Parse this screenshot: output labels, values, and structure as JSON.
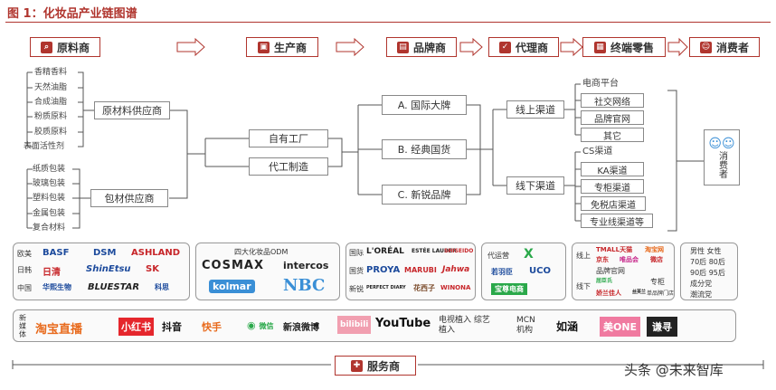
{
  "figure": {
    "title": "图 1：化妆品产业链图谱"
  },
  "stages": [
    {
      "label": "原料商",
      "icon": "search-icon"
    },
    {
      "label": "生产商",
      "icon": "factory-icon"
    },
    {
      "label": "品牌商",
      "icon": "shop-icon"
    },
    {
      "label": "代理商",
      "icon": "check-icon"
    },
    {
      "label": "终端零售",
      "icon": "store-icon"
    },
    {
      "label": "消费者",
      "icon": "people-icon"
    }
  ],
  "raw_materials": {
    "items": [
      "香精香料",
      "天然油脂",
      "合成油脂",
      "粉质原料",
      "胶质原料",
      "表面活性剂"
    ],
    "supplier": "原材料供应商"
  },
  "packaging": {
    "items": [
      "纸质包装",
      "玻璃包装",
      "塑料包装",
      "金属包装",
      "复合材料"
    ],
    "supplier": "包材供应商"
  },
  "production": [
    "自有工厂",
    "代工制造"
  ],
  "brands": [
    "A. 国际大牌",
    "B. 经典国货",
    "C. 新锐品牌"
  ],
  "channels": [
    "线上渠道",
    "线下渠道"
  ],
  "online_retail": [
    "电商平台",
    "社交网络",
    "品牌官网",
    "其它"
  ],
  "offline_retail": [
    "CS渠道",
    "KA渠道",
    "专柜渠道",
    "免税店渠道",
    "专业线渠道等"
  ],
  "consumer": {
    "label": "消费者"
  },
  "logos_materials": {
    "rows": [
      {
        "region": "欧美",
        "logos": [
          "BASF",
          "DSM",
          "ASHLAND"
        ]
      },
      {
        "region": "日韩",
        "logos": [
          "日清",
          "ShinEtsu",
          "SK"
        ]
      },
      {
        "region": "中国",
        "logos": [
          "华熙生物",
          "BLUESTAR",
          "科思"
        ]
      }
    ]
  },
  "logos_odm": {
    "heading": "四大化妆品ODM",
    "logos": [
      "COSMAX",
      "intercos",
      "kolmar",
      "NBC"
    ]
  },
  "logos_brands": {
    "rows": [
      {
        "tag": "国际",
        "logos": [
          "L'ORÉAL",
          "ESTÉE LAUDER",
          "SHISEIDO"
        ]
      },
      {
        "tag": "国货",
        "logos": [
          "PROYA",
          "MARUBI",
          "Jahwa"
        ]
      },
      {
        "tag": "新锐",
        "logos": [
          "PERFECT DIARY",
          "花西子",
          "WINONA"
        ]
      }
    ]
  },
  "logos_agents": {
    "label": "代运营",
    "logos": [
      "若羽臣",
      "UCO",
      "宝尊电商"
    ]
  },
  "logos_retail": {
    "online_label": "线上",
    "online_logos": [
      "TMALL天猫",
      "淘宝网",
      "京东",
      "唯品会",
      "微店"
    ],
    "official": "品牌官网",
    "offline_label": "线下",
    "offline_logos": [
      "屈臣氏",
      "专柜",
      "娇兰佳人",
      "丝芙兰",
      "单品牌门店"
    ]
  },
  "consumer_profile": [
    "男性 女性",
    "70后 80后",
    "90后 95后",
    "成分党",
    "潮流党"
  ],
  "media": {
    "label": "新媒体",
    "logos": [
      "淘宝直播",
      "小红书",
      "抖音",
      "快手",
      "微信",
      "新浪微博",
      "bilibili",
      "YouTube"
    ],
    "tv": "电视植入 综艺植入",
    "mcn": "MCN 机构",
    "mcn_logos": [
      "如涵",
      "美ONE",
      "谦寻"
    ]
  },
  "services": {
    "label": "服务商"
  },
  "watermark": "头条 @未来智库",
  "colors": {
    "accent": "#b0352e",
    "border": "#888888"
  }
}
